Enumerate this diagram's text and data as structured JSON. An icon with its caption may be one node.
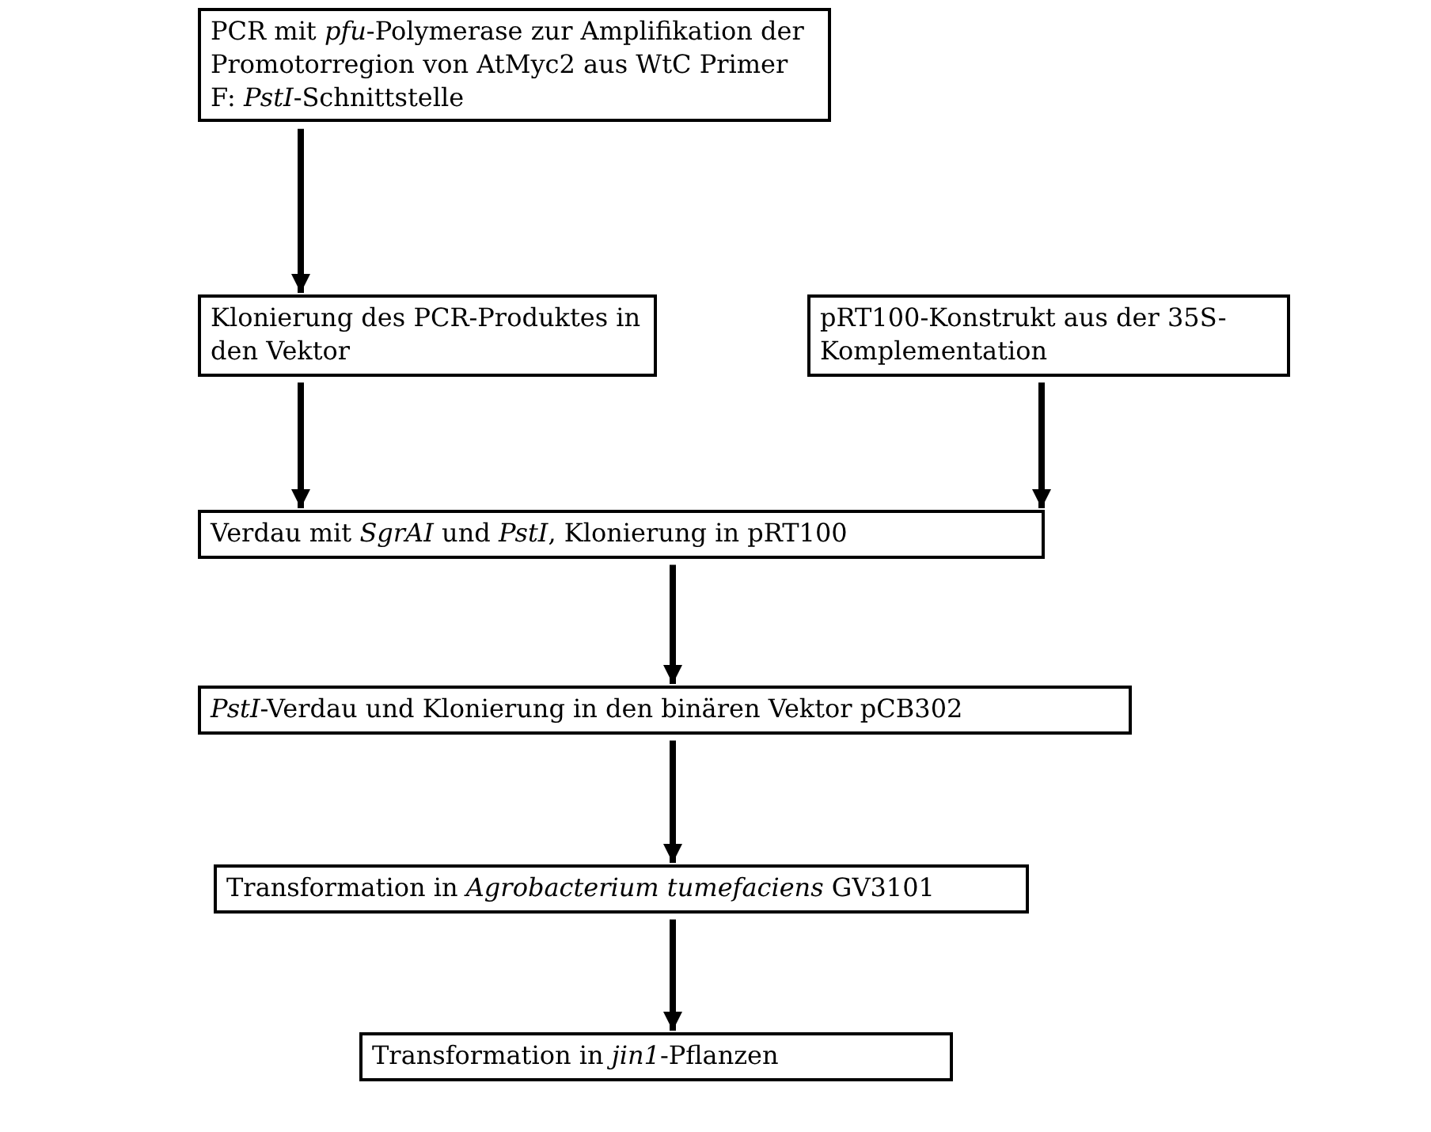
{
  "diagram": {
    "nodes": [
      {
        "text": [
          "PCR mit *pfu*-Polymerase zur Amplifikation der Promotorregion von AtMyc2 aus WtC Primer F: *PstI*-Schnittstelle"
        ]
      },
      {
        "text": [
          "Klonierung des PCR-Produktes in den Vektor"
        ]
      },
      {
        "text": [
          "pRT100-Konstrukt aus der 35S-Komplementation"
        ]
      },
      {
        "text": [
          "Verdau mit *SgrAI* und *PstI*, Klonierung in pRT100"
        ]
      },
      {
        "text": [
          "*PstI*-Verdau und Klonierung in den binären Vektor pCB302"
        ]
      },
      {
        "text": [
          "Transformation in *Agrobacterium tumefaciens* GV3101"
        ]
      },
      {
        "text": [
          "Transformation in *jin1*-Pflanzen"
        ]
      }
    ],
    "edges": [
      {
        "from": 0,
        "to": 1,
        "arrow": "to"
      },
      {
        "from": 1,
        "to": 3,
        "arrow": "to"
      },
      {
        "from": 2,
        "to": 3,
        "arrow": "to"
      },
      {
        "from": 3,
        "to": 4,
        "arrow": "to"
      },
      {
        "from": 4,
        "to": 5,
        "arrow": "to"
      },
      {
        "from": 5,
        "to": 6,
        "arrow": "to"
      }
    ]
  }
}
